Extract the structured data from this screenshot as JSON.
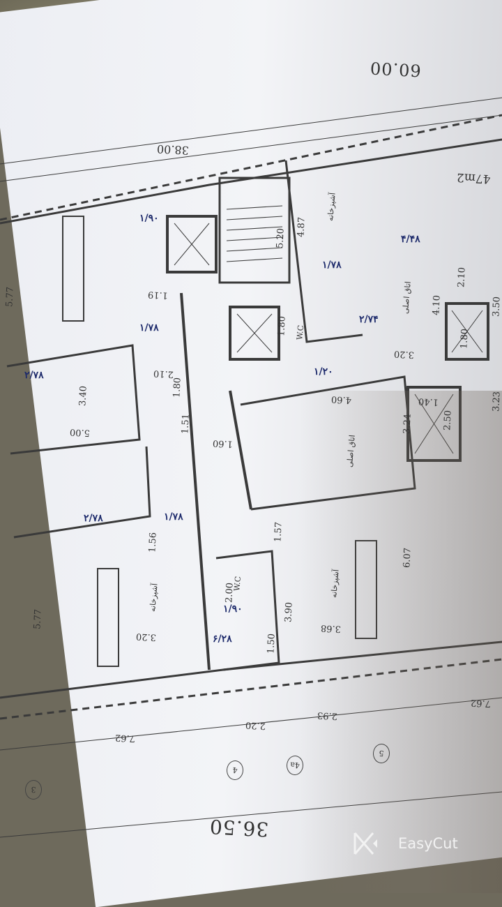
{
  "plan": {
    "overall_dims": {
      "top": "60.00",
      "upper": "38.00",
      "bottom": "36.50"
    },
    "area_label": "47m2",
    "grid_spacing": [
      "7.62",
      "2.20",
      "2.93",
      "7.62"
    ],
    "axis_labels": [
      "3",
      "4",
      "4a",
      "5"
    ],
    "dimensions": [
      "5.77",
      "3.40",
      "5.00",
      "1.51",
      "1.80",
      "2.10",
      "4.87",
      "5.20",
      "1.80",
      "4.60",
      "3.24",
      "2.50",
      "6.07",
      "3.90",
      "3.68",
      "3.20",
      "1.57",
      "1.56",
      "2.00",
      "1.60",
      "4.10",
      "3.50",
      "3.23",
      "3.20",
      "2.10",
      "1.80",
      "1.19",
      "5.77",
      "1.50",
      "1.40"
    ],
    "rooms": [
      "آشپزخانه",
      "اتاق اصلی",
      "آشپزخانه",
      "اتاق اصلی",
      "W.C",
      "W.C",
      "آشپزخانه"
    ],
    "handwritten": [
      "۱/۷۸",
      "۱/۷۸",
      "۱/۷۸",
      "۲/۷۸",
      "۴/۴۸",
      "۲/۷۴",
      "۱/۹۰",
      "۱/۹۰",
      "۲/۷۸",
      "۶/۲۸",
      "۱/۲۰"
    ]
  },
  "watermark": {
    "label": "EasyCut"
  }
}
